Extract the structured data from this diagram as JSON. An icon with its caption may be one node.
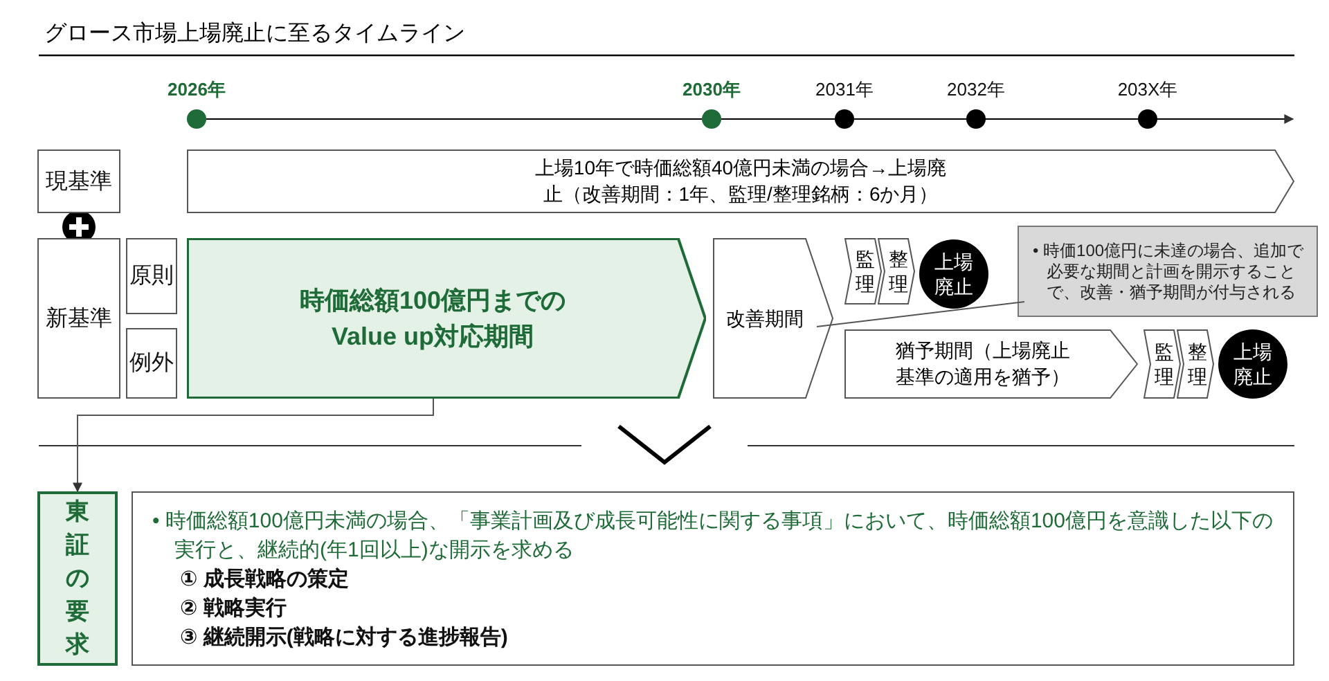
{
  "diagram": {
    "title": "グロース市場上場廃止に至るタイムライン",
    "nodes": [
      {
        "text": [
          "現基準"
        ]
      },
      {
        "text": [
          "新基準"
        ]
      },
      {
        "text": [
          "原則"
        ]
      },
      {
        "text": [
          "例外"
        ]
      },
      {
        "text": [
          "上場10年で時価総額40億円未満の場合→上場廃止（改善期間：1年、監理/整理銘柄：6か月）"
        ]
      },
      {
        "text": [
          "時価総額100億円までのValue up対応期間"
        ]
      },
      {
        "text": [
          "改善期間"
        ]
      },
      {
        "text": [
          "監理"
        ]
      },
      {
        "text": [
          "整理"
        ]
      },
      {
        "text": [
          "上場廃止"
        ]
      },
      {
        "text": [
          "• 時価100億円に未達の場合、追加で必要な期間と計画を開示することで、改善・猶予期間が付与される"
        ]
      },
      {
        "text": [
          "猶予期間（上場廃止基準の適用を猶予）"
        ]
      },
      {
        "text": [
          "監理"
        ]
      },
      {
        "text": [
          "整理"
        ]
      },
      {
        "text": [
          "上場廃止"
        ]
      },
      {
        "text": [
          "東証の要求"
        ]
      },
      {
        "text": [
          "• 時価総額100億円未満の場合、「事業計画及び成長可能性に関する事項」において、時価総額100億円を意識した以下の実行と、継続的(年1回以上)な開示を求める",
          "① 成長戦略の策定",
          "② 戦略実行",
          "③ 継続開示(戦略に対する進捗報告)"
        ]
      }
    ],
    "edges": [
      {
        "from": 5,
        "to": 15,
        "arrow": "to"
      },
      {
        "from": 10,
        "to": 6,
        "arrow": "none"
      }
    ],
    "labels": [
      "2026年",
      "2030年",
      "2031年",
      "2032年",
      "203X年"
    ]
  }
}
